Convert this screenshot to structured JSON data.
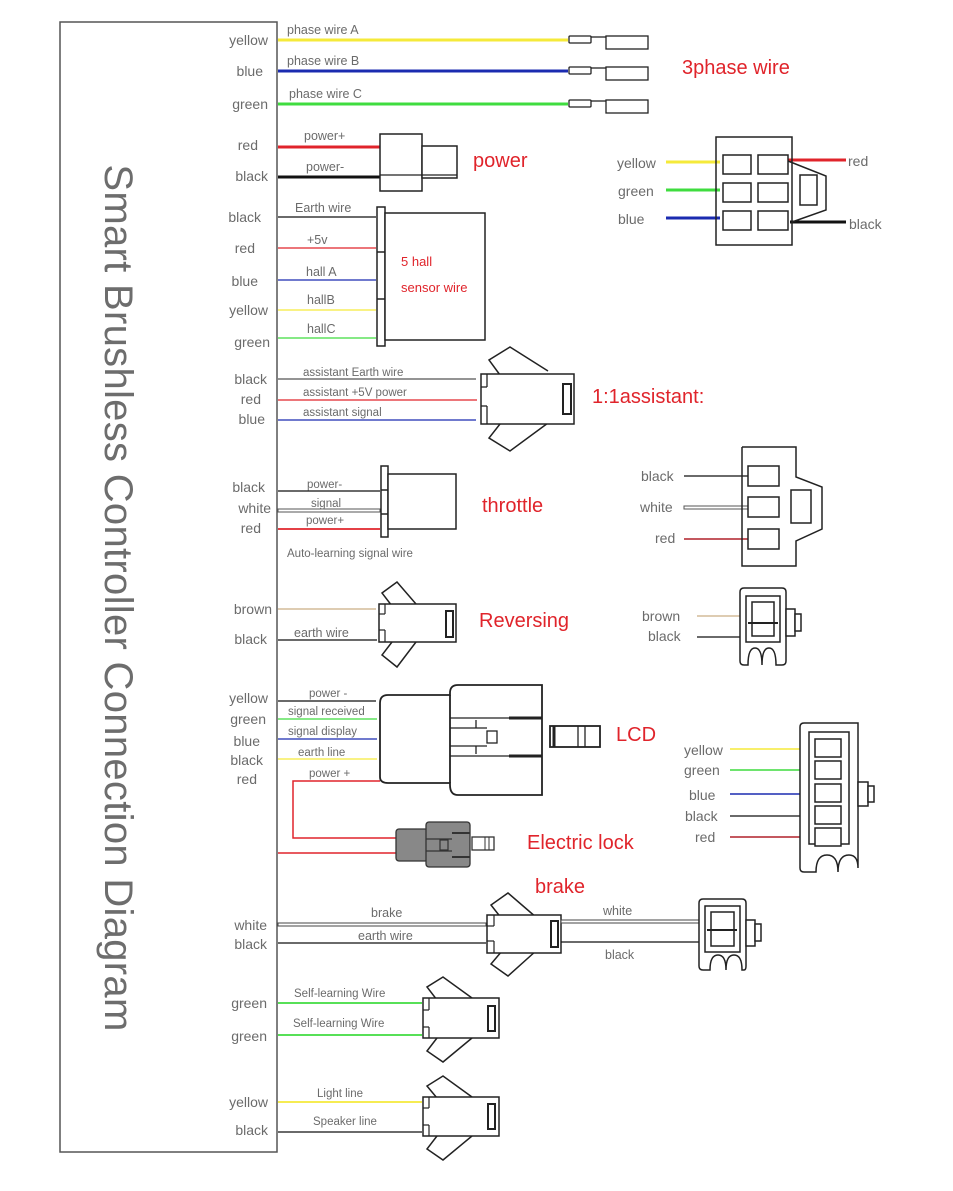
{
  "title": "Smart Brushless Controller Connection Diagram",
  "colors": {
    "yellow": "#f5ea3a",
    "blue": "#1b2bb0",
    "green": "#3fdc3f",
    "red": "#e0242b",
    "black": "#111111",
    "brown": "#c9ad85",
    "white": "#ffffff",
    "heading": "#e0242b",
    "label": "#6b6b6b"
  },
  "sections": {
    "phase": {
      "heading": "3phase wire",
      "wires": [
        {
          "color": "yellow",
          "name": "phase wire A"
        },
        {
          "color": "blue",
          "name": "phase wire B"
        },
        {
          "color": "green",
          "name": "phase wire C"
        }
      ]
    },
    "power": {
      "heading": "power",
      "wires": [
        {
          "color": "red",
          "name": "power+"
        },
        {
          "color": "black",
          "name": "power-"
        }
      ],
      "pinout": {
        "left": [
          "yellow",
          "green",
          "blue"
        ],
        "right": [
          "red",
          "black"
        ]
      }
    },
    "hall": {
      "heading_line1": "5 hall",
      "heading_line2": "sensor wire",
      "wires": [
        {
          "color": "black",
          "name": "Earth wire"
        },
        {
          "color": "red",
          "name": "+5v"
        },
        {
          "color": "blue",
          "name": "hall A"
        },
        {
          "color": "yellow",
          "name": "hallB"
        },
        {
          "color": "green",
          "name": "hallC"
        }
      ]
    },
    "assistant": {
      "heading": "1:1assistant:",
      "wires": [
        {
          "color": "black",
          "name": "assistant Earth wire"
        },
        {
          "color": "red",
          "name": "assistant +5V power"
        },
        {
          "color": "blue",
          "name": "assistant signal"
        }
      ]
    },
    "throttle": {
      "heading": "throttle",
      "note": "Auto-learning signal wire",
      "wires": [
        {
          "color": "black",
          "name": "power-"
        },
        {
          "color": "white",
          "name": "signal"
        },
        {
          "color": "red",
          "name": "power+"
        }
      ],
      "pinout": [
        "black",
        "white",
        "red"
      ]
    },
    "reversing": {
      "heading": "Reversing",
      "wires": [
        {
          "color": "brown",
          "name": ""
        },
        {
          "color": "black",
          "name": "earth wire"
        }
      ],
      "pinout": [
        "brown",
        "black"
      ]
    },
    "lcd": {
      "heading": "LCD",
      "wires": [
        {
          "color": "yellow",
          "name": "power -"
        },
        {
          "color": "green",
          "name": "signal received"
        },
        {
          "color": "blue",
          "name": "signal display"
        },
        {
          "color": "black",
          "name": "earth line"
        },
        {
          "color": "red",
          "name": "power +"
        }
      ],
      "pinout": [
        "yellow",
        "green",
        "blue",
        "black",
        "red"
      ]
    },
    "lock": {
      "heading": "Electric lock"
    },
    "brake": {
      "heading": "brake",
      "wires": [
        {
          "color": "white",
          "name": "brake"
        },
        {
          "color": "black",
          "name": "earth wire"
        }
      ],
      "out_labels": [
        "white",
        "black"
      ]
    },
    "selflearn": {
      "wires": [
        {
          "color": "green",
          "name": "Self-learning Wire"
        },
        {
          "color": "green",
          "name": "Self-learning Wire"
        }
      ]
    },
    "light": {
      "wires": [
        {
          "color": "yellow",
          "name": "Light line"
        },
        {
          "color": "black",
          "name": "Speaker line"
        }
      ]
    }
  }
}
